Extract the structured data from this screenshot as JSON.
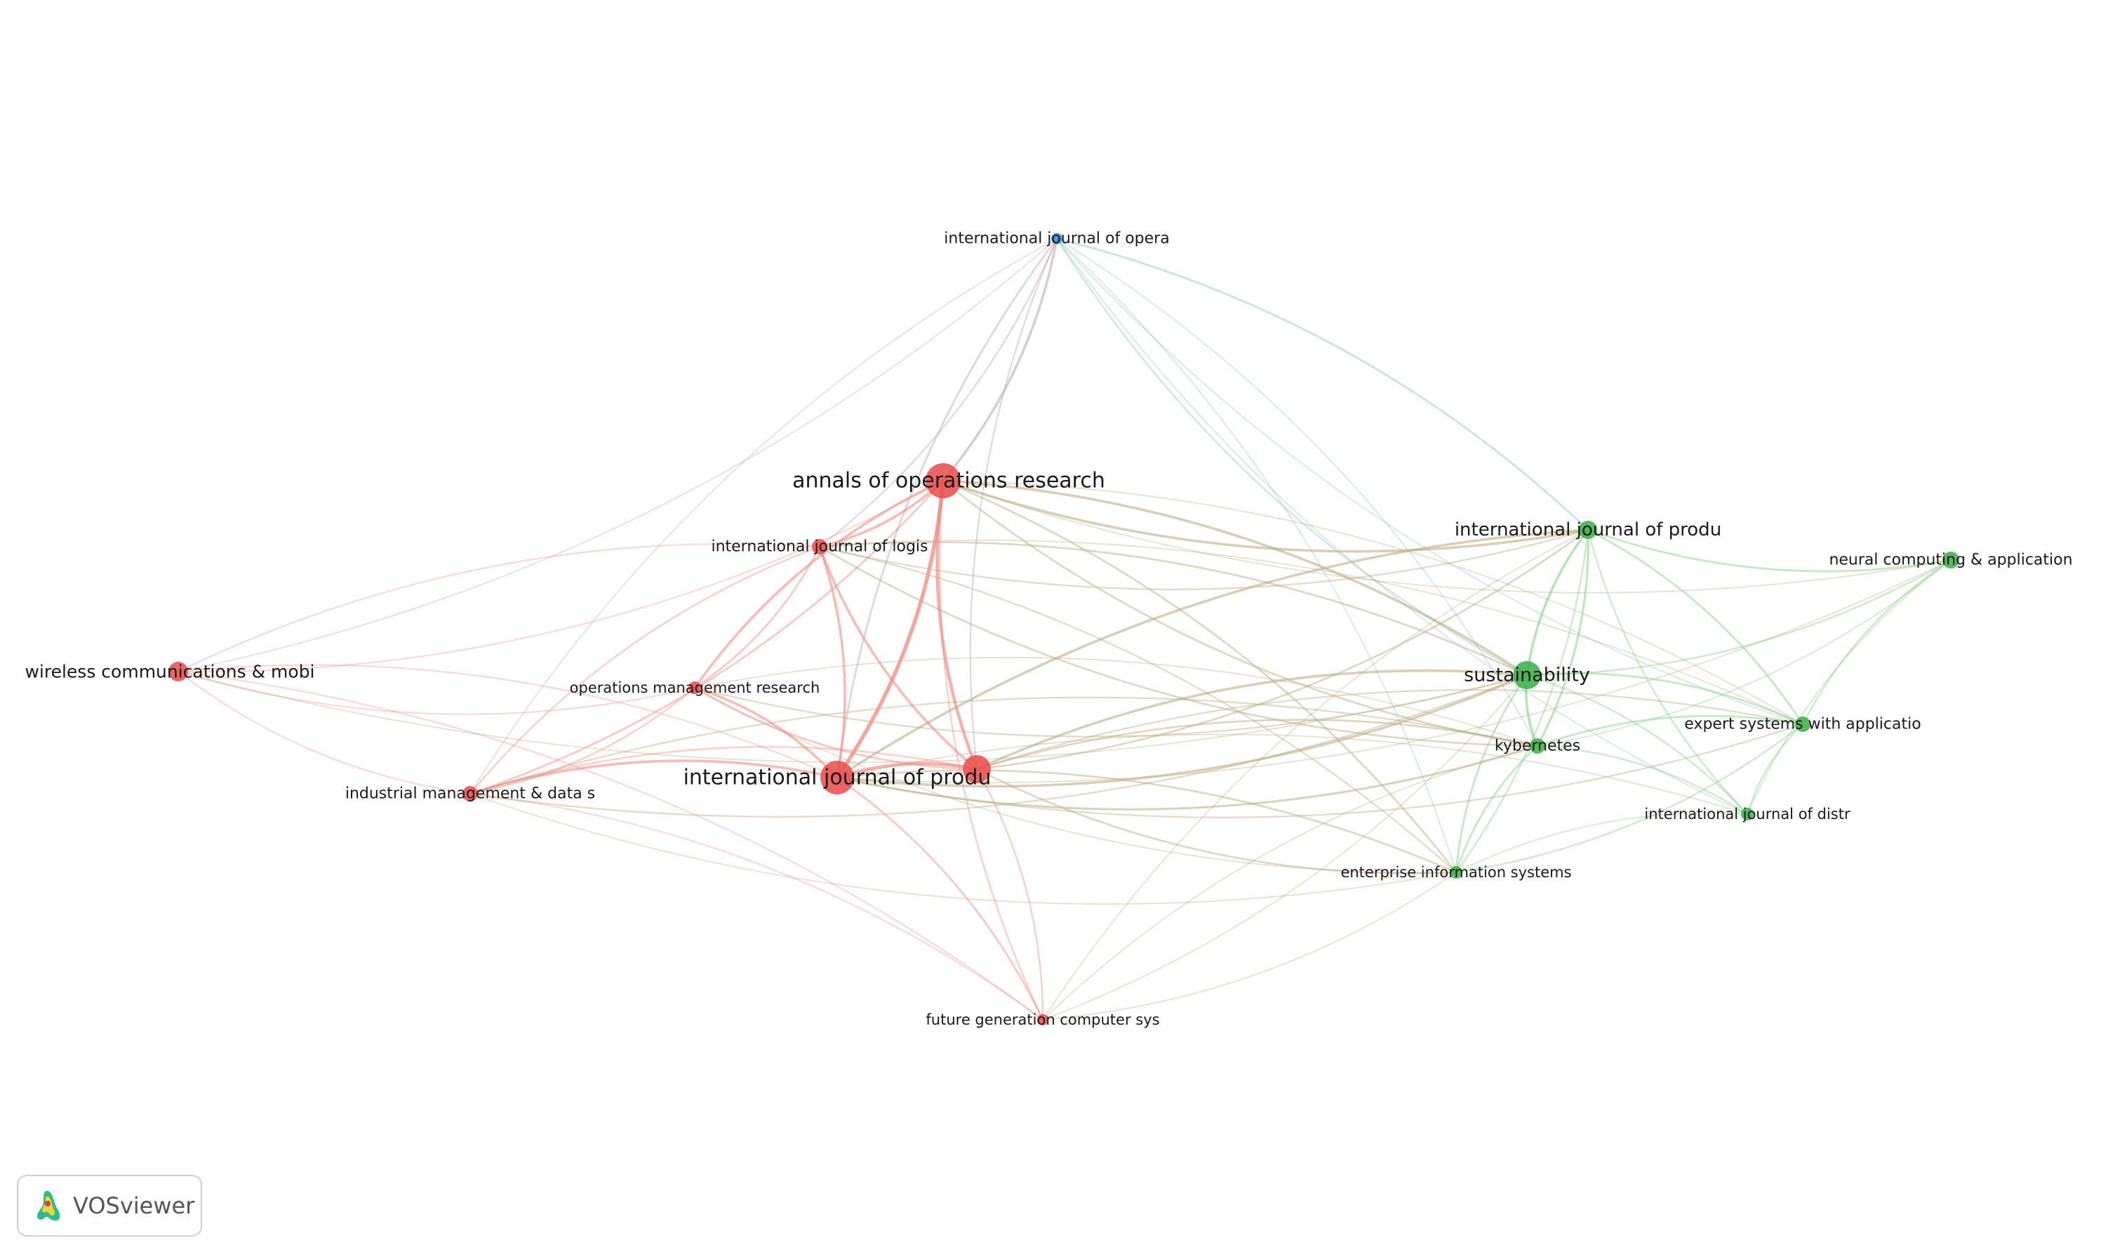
{
  "nodes": [
    {
      "id": "iop",
      "label": "international journal of opera",
      "cluster": "blue",
      "size": 8,
      "label_size": 22
    },
    {
      "id": "aor",
      "label": "annals of operations research",
      "cluster": "red",
      "size": 25,
      "label_size": 30
    },
    {
      "id": "ijl",
      "label": "international journal of logis",
      "cluster": "red",
      "size": 11,
      "label_size": 22
    },
    {
      "id": "wcm",
      "label": "wireless communications & mobi",
      "cluster": "red",
      "size": 14,
      "label_size": 25
    },
    {
      "id": "omr",
      "label": "operations management research",
      "cluster": "red",
      "size": 9,
      "label_size": 21
    },
    {
      "id": "ijp1",
      "label": "international journal of produ",
      "cluster": "red",
      "size": 24,
      "label_size": 30
    },
    {
      "id": "unl",
      "label": "",
      "cluster": "red",
      "size": 20,
      "label_size": 0
    },
    {
      "id": "imd",
      "label": "industrial management & data s",
      "cluster": "red",
      "size": 11,
      "label_size": 22
    },
    {
      "id": "fgc",
      "label": "future generation computer sys",
      "cluster": "red",
      "size": 8,
      "label_size": 21
    },
    {
      "id": "ijp2",
      "label": "international journal of produ",
      "cluster": "green",
      "size": 13,
      "label_size": 26
    },
    {
      "id": "sus",
      "label": "sustainability",
      "cluster": "green",
      "size": 20,
      "label_size": 27
    },
    {
      "id": "kyb",
      "label": "kybernetes",
      "cluster": "green",
      "size": 11,
      "label_size": 22
    },
    {
      "id": "ncp",
      "label": "neural computing & application",
      "cluster": "green",
      "size": 12,
      "label_size": 22
    },
    {
      "id": "esa",
      "label": "expert systems with applicatio",
      "cluster": "green",
      "size": 11,
      "label_size": 22
    },
    {
      "id": "ijd",
      "label": "international journal of distr",
      "cluster": "green",
      "size": 9,
      "label_size": 21
    },
    {
      "id": "eis",
      "label": "enterprise information systems",
      "cluster": "green",
      "size": 9,
      "label_size": 21
    }
  ],
  "links": [
    [
      "iop",
      "aor",
      3
    ],
    [
      "iop",
      "ijp1",
      2
    ],
    [
      "iop",
      "ijl",
      1.5
    ],
    [
      "iop",
      "unl",
      1.5
    ],
    [
      "iop",
      "wcm",
      1
    ],
    [
      "iop",
      "imd",
      1
    ],
    [
      "iop",
      "ijp2",
      2
    ],
    [
      "iop",
      "sus",
      1.5
    ],
    [
      "iop",
      "kyb",
      1
    ],
    [
      "iop",
      "esa",
      1
    ],
    [
      "iop",
      "eis",
      1
    ],
    [
      "iop",
      "ijd",
      1
    ],
    [
      "aor",
      "ijp1",
      5
    ],
    [
      "aor",
      "unl",
      4
    ],
    [
      "aor",
      "ijl",
      3
    ],
    [
      "aor",
      "omr",
      3
    ],
    [
      "aor",
      "imd",
      2
    ],
    [
      "aor",
      "ijp2",
      3
    ],
    [
      "aor",
      "sus",
      3
    ],
    [
      "aor",
      "kyb",
      2
    ],
    [
      "aor",
      "eis",
      2
    ],
    [
      "aor",
      "fgc",
      1.5
    ],
    [
      "aor",
      "esa",
      1
    ],
    [
      "aor",
      "ncp",
      1
    ],
    [
      "ijl",
      "ijp1",
      3
    ],
    [
      "ijl",
      "unl",
      3
    ],
    [
      "ijl",
      "omr",
      2
    ],
    [
      "ijl",
      "imd",
      1.5
    ],
    [
      "ijl",
      "sus",
      2
    ],
    [
      "ijl",
      "kyb",
      2
    ],
    [
      "ijl",
      "eis",
      1.5
    ],
    [
      "ijl",
      "ijp2",
      1.5
    ],
    [
      "ijl",
      "esa",
      1
    ],
    [
      "wcm",
      "omr",
      1
    ],
    [
      "wcm",
      "ijp1",
      1
    ],
    [
      "wcm",
      "imd",
      1
    ],
    [
      "wcm",
      "ijl",
      1
    ],
    [
      "wcm",
      "aor",
      1
    ],
    [
      "wcm",
      "fgc",
      1
    ],
    [
      "wcm",
      "sus",
      1
    ],
    [
      "omr",
      "ijp1",
      3
    ],
    [
      "omr",
      "unl",
      2
    ],
    [
      "omr",
      "imd",
      1.5
    ],
    [
      "omr",
      "sus",
      1.5
    ],
    [
      "omr",
      "kyb",
      1
    ],
    [
      "omr",
      "eis",
      1
    ],
    [
      "ijp1",
      "unl",
      4
    ],
    [
      "ijp1",
      "imd",
      3
    ],
    [
      "ijp1",
      "fgc",
      2
    ],
    [
      "ijp1",
      "sus",
      3
    ],
    [
      "ijp1",
      "ijp2",
      3
    ],
    [
      "ijp1",
      "kyb",
      2.5
    ],
    [
      "ijp1",
      "eis",
      2
    ],
    [
      "ijp1",
      "esa",
      1.5
    ],
    [
      "ijp1",
      "ijd",
      1
    ],
    [
      "ijp1",
      "ncp",
      1
    ],
    [
      "unl",
      "sus",
      3
    ],
    [
      "unl",
      "ijp2",
      2
    ],
    [
      "unl",
      "kyb",
      2
    ],
    [
      "unl",
      "eis",
      2
    ],
    [
      "unl",
      "fgc",
      1.5
    ],
    [
      "unl",
      "imd",
      1.5
    ],
    [
      "unl",
      "esa",
      1.5
    ],
    [
      "imd",
      "sus",
      1.5
    ],
    [
      "imd",
      "kyb",
      1.5
    ],
    [
      "imd",
      "eis",
      1
    ],
    [
      "imd",
      "fgc",
      1
    ],
    [
      "fgc",
      "sus",
      1
    ],
    [
      "fgc",
      "kyb",
      1
    ],
    [
      "fgc",
      "eis",
      1
    ],
    [
      "fgc",
      "ijp2",
      1
    ],
    [
      "ijp2",
      "sus",
      3
    ],
    [
      "ijp2",
      "kyb",
      2.5
    ],
    [
      "ijp2",
      "ncp",
      2
    ],
    [
      "ijp2",
      "esa",
      2
    ],
    [
      "ijp2",
      "ijd",
      1.5
    ],
    [
      "ijp2",
      "eis",
      1.5
    ],
    [
      "sus",
      "kyb",
      3
    ],
    [
      "sus",
      "esa",
      2
    ],
    [
      "sus",
      "ncp",
      1.5
    ],
    [
      "sus",
      "ijd",
      1.5
    ],
    [
      "sus",
      "eis",
      2
    ],
    [
      "kyb",
      "esa",
      2
    ],
    [
      "kyb",
      "eis",
      2
    ],
    [
      "kyb",
      "ijd",
      1.5
    ],
    [
      "kyb",
      "ncp",
      1
    ],
    [
      "esa",
      "ncp",
      1.5
    ],
    [
      "esa",
      "ijd",
      1.5
    ],
    [
      "esa",
      "eis",
      1.5
    ],
    [
      "ncp",
      "ijd",
      1
    ],
    [
      "eis",
      "ijd",
      1
    ]
  ],
  "colors": {
    "red": "#e9504f",
    "green": "#3fb14a",
    "blue": "#3b8fd6",
    "red_link": "#f28a84",
    "green_link": "#82d07f",
    "blue_link": "#8fc0ea"
  },
  "logo": {
    "text": "VOSviewer",
    "icon": "vosviewer-logo-icon"
  }
}
